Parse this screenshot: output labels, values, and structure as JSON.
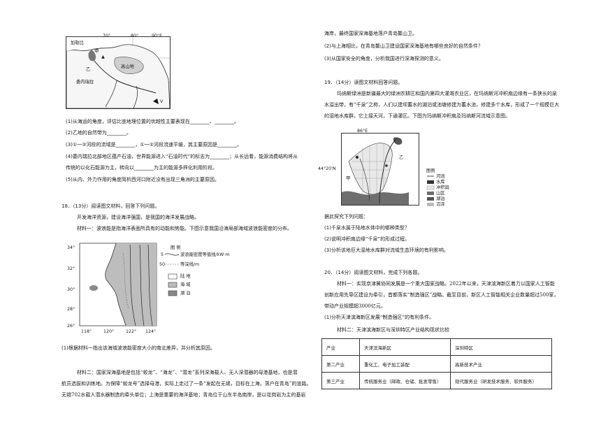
{
  "left": {
    "map1": {
      "lon_70": "70°",
      "lon_80": "80°",
      "lon_90": "90°E",
      "label_jinsha": "加勒比",
      "label_jia": "甲",
      "label_yi": "乙",
      "label_south": "委内瑞拉",
      "label_plain": "高山地",
      "label_mark": "▲",
      "label_v": "V"
    },
    "q1": "(1)从海运的角度，评估比宣地理位置的优越性主要表现在________、________。",
    "q2": "(2)乙地的自然带为________。",
    "q3": "(3)①一②河段的流域是________，①一②河段流速平缓，其主要原因是________。",
    "q4a": "(4)委内瑞拉北部地区蕴产石油，世界能源进入“石油时代”的标志为________；从长远看，能源消费结构将从",
    "q4b": "传统的以化石能源为主，转向以________为主的能源多样化利用阶段。",
    "q5": "(5)从内、外力作用的角度简析西河口附近没有出现三角洲的主要原因。",
    "q18_head": "18．（13分）阅读图文材料，回答下列问题。",
    "q18_p1": "开发海洋资源，建设海洋强国，是我国的海洋发展战略。",
    "q18_p2": "材料一：波浪能是指海洋表面所具有的动能和势能。下图示意我国沿海局部海域波浪能密度的分布。",
    "map2": {
      "lat_34": "34°",
      "lat_32": "32°",
      "lat_30": "30°",
      "lat_28": "28°",
      "lat_26": "26°",
      "lon_118": "118°",
      "lon_120": "120°",
      "lon_122": "122°",
      "lon_124": "124°",
      "legend_title": "图  例",
      "legend_contour": "波浪能密度等值线/kW·m",
      "legend_contour_val": "5",
      "legend_depth": "等深线/m",
      "legend_depth_val": "50",
      "legend_land": "陆 地",
      "legend_sea": "海 域",
      "legend_lake": "湖 泊"
    },
    "q18_1": "(1)根据材料一指出该海域波浪能密度大小的南北差异，并分析其原因。",
    "q18_p3a": "材料二：国家深海基地是包括“蛟龙”、“海龙”、“潜龙”系列深海载人、无人深潜器的母港基地，也是潜",
    "q18_p3b": "航员选拔和训练地。为保障“蛟龙号”选择母港，实际上走过了一条“发起在无锡，目标在上海，落户在青岛”的道路。",
    "q18_p3c": "无锡702水载人潜水器制造的牵头单位；上海是重要的海洋基地；青岛位于山东半岛南岸，是以花岗岩为主的基岩"
  },
  "right": {
    "r1": "海岸，最终国家深海基地落户青岛鳌山卫。",
    "r2": "(2)与上海相比，在青岛鳌山卫建设国家深海基地有哪些良好的自然条件？",
    "r3": "(3)从国家安全的角度，分析我国进行深海探测的意义。",
    "q19_head": "19．（14分）读图文材料回答问题。",
    "q19_p1a": "玛纳斯绿洲是新疆最大的绿洲农耕区和国内第四大灌溉农业区，在玛纳斯河冲积扇边缘有一条狭长的泉",
    "q19_p1b": "水溢出带，有“千泉”之称，人们以建坝蓄水的湖泊或池塘修建为蓄水池，修建多个水库，形成了一个规模巨大",
    "q19_p1c": "的湿地水库群，它上接天河，下通灌区。下图为玛纳斯冲积扇及玛纳斯河流域示意图。",
    "map3": {
      "lon": "86°E",
      "lat": "44°20'N",
      "legend_title": "图例",
      "legend_1": "河流",
      "legend_2": "水库",
      "legend_3": "冲积扇",
      "legend_4": "山区",
      "legend_5": "湖泊",
      "legend_6": "沼泽",
      "label_a": "甲",
      "label_b": "乙"
    },
    "q19_ask": "据此探究下列问题：",
    "q19_1": "(1)千泉水属于陆地水体中的哪种类型？",
    "q19_2": "(2)说明冲积扇边缘“千泉”的形成过程。",
    "q19_3": "(3)分析该地巨大湿地水库群对流域生态环境的有利影响。",
    "q20_head": "20．（14分）阅读图文材料，完成下列各题。",
    "q20_p1a": "材料一：实现京津冀协同发展是一个重大国家战略。2022年以来，天津滨海新区着力以国家人工智能",
    "q20_p1b": "创新应用先导区建设为牵引，首都落实“制造强区”战略。截至目前，新区人工智能相关企业数量超过500家，",
    "q20_p1c": "带动产业规模超3000亿元。",
    "q20_1": "(1)分析天津滨海新区发展“制造强区”的有利条件。",
    "q20_p2": "材料二：天津滨海新区与深圳特区产业结构现状比较",
    "table": {
      "header": [
        "产业",
        "天津滨海新区",
        "深圳特区"
      ],
      "rows": [
        [
          "第二产业",
          "重化工、电子加工装配",
          "高新技术产业"
        ],
        [
          "第三产业",
          "传统服务业（邮政、仓储、批发零售）",
          "现代服务业（研发技术服务、软件服务）"
        ]
      ]
    }
  }
}
